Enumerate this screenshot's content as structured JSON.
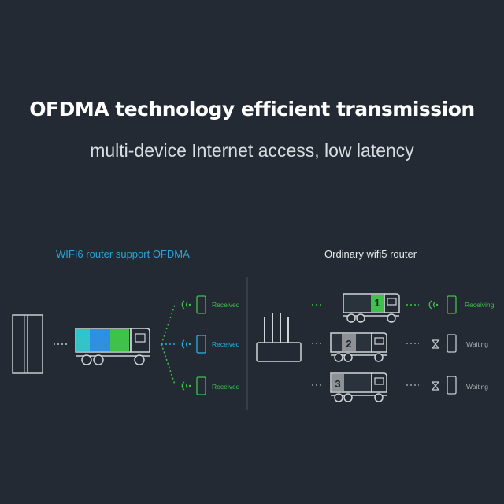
{
  "header": {
    "title": "OFDMA technology efficient transmission",
    "subtitle": "multi-device Internet access, low latency"
  },
  "left_panel": {
    "label": "WIFI6 router support OFDMA",
    "statuses": [
      "Received",
      "Received",
      "Received"
    ]
  },
  "right_panel": {
    "label": "Ordinary wifi5 router",
    "trucks": [
      "1",
      "2",
      "3"
    ],
    "statuses": [
      "Receiving",
      "Waiting",
      "Waiting"
    ]
  },
  "colors": {
    "background": "#232a33",
    "accent_blue": "#2aa3d8",
    "green": "#3ec24a",
    "cyan": "#27b0e6",
    "cargo_gray": "#8d9196"
  }
}
